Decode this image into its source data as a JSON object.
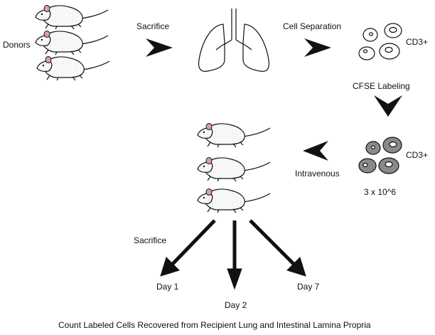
{
  "labels": {
    "donors": "Donors",
    "sacrifice_top": "Sacrifice",
    "cell_separation": "Cell Separation",
    "cd3_top": "CD3+",
    "cfse_labeling": "CFSE Labeling",
    "cd3_labeled": "CD3+",
    "cell_count": "3 x 10^6",
    "intravenous": "Intravenous",
    "sacrifice_bottom": "Sacrifice",
    "day1": "Day 1",
    "day2": "Day 2",
    "day7": "Day 7",
    "footer": "Count Labeled Cells Recovered from Recipient Lung and Intestinal Lamina Propria"
  },
  "icons": {
    "mouse": "mouse-icon",
    "lungs": "lungs-icon",
    "unlabeled_cells": "unlabeled-cells-icon",
    "labeled_cells": "labeled-cells-icon",
    "step_arrow": "chevron-arrow-icon",
    "outcome_arrow": "down-arrow-icon"
  },
  "colors": {
    "ink": "#111111",
    "fur": "#ffffff",
    "ear": "#d9a0a0",
    "labeled_cell_fill": "#8a8a8a"
  }
}
